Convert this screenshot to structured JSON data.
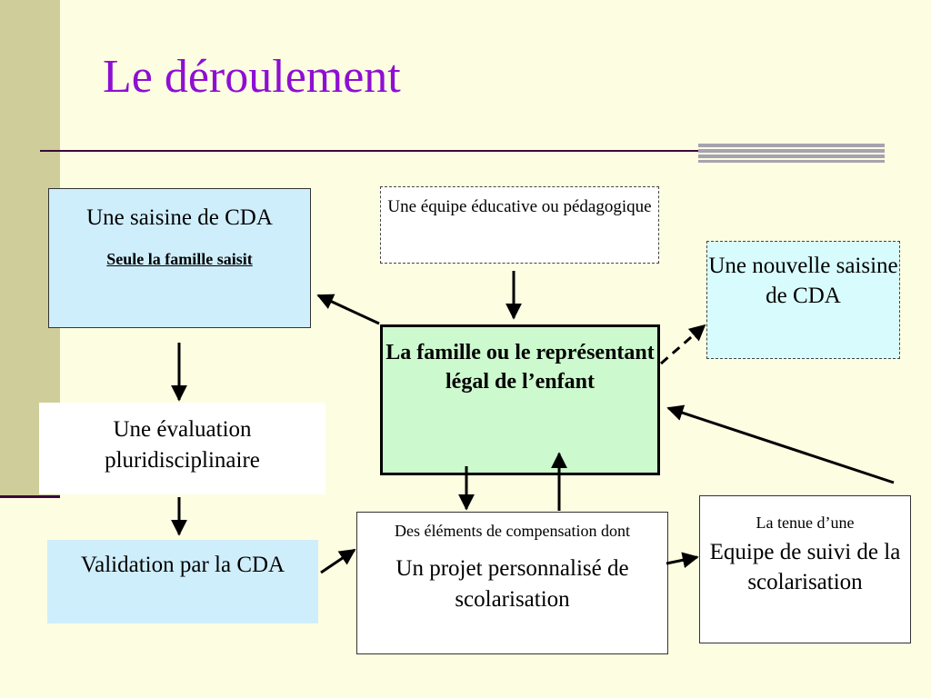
{
  "title": "Le déroulement",
  "boxes": {
    "saisine": {
      "text": "Une saisine de CDA",
      "sub": "Seule la famille saisit"
    },
    "equipe": {
      "text": "Une équipe éducative ou pédagogique"
    },
    "nouvelle": {
      "text": "Une nouvelle saisine de CDA"
    },
    "famille": {
      "text": "La famille ou le représentant légal de l’enfant"
    },
    "evaluation": {
      "text": "Une évaluation pluridisciplinaire"
    },
    "validation": {
      "text": "Validation par la CDA"
    },
    "elements": {
      "small": "Des éléments de compensation dont",
      "big": "Un projet personnalisé de scolarisation"
    },
    "tenue": {
      "small": "La tenue d’une",
      "big": "Equipe de suivi de la scolarisation"
    }
  },
  "colors": {
    "title": "#8e0fd3",
    "background": "#fdfde2",
    "band": "#cfcd9a",
    "blue_box": "#cfeefc",
    "cyan_box": "#d8fbfd",
    "green_box": "#ccf9cd"
  }
}
